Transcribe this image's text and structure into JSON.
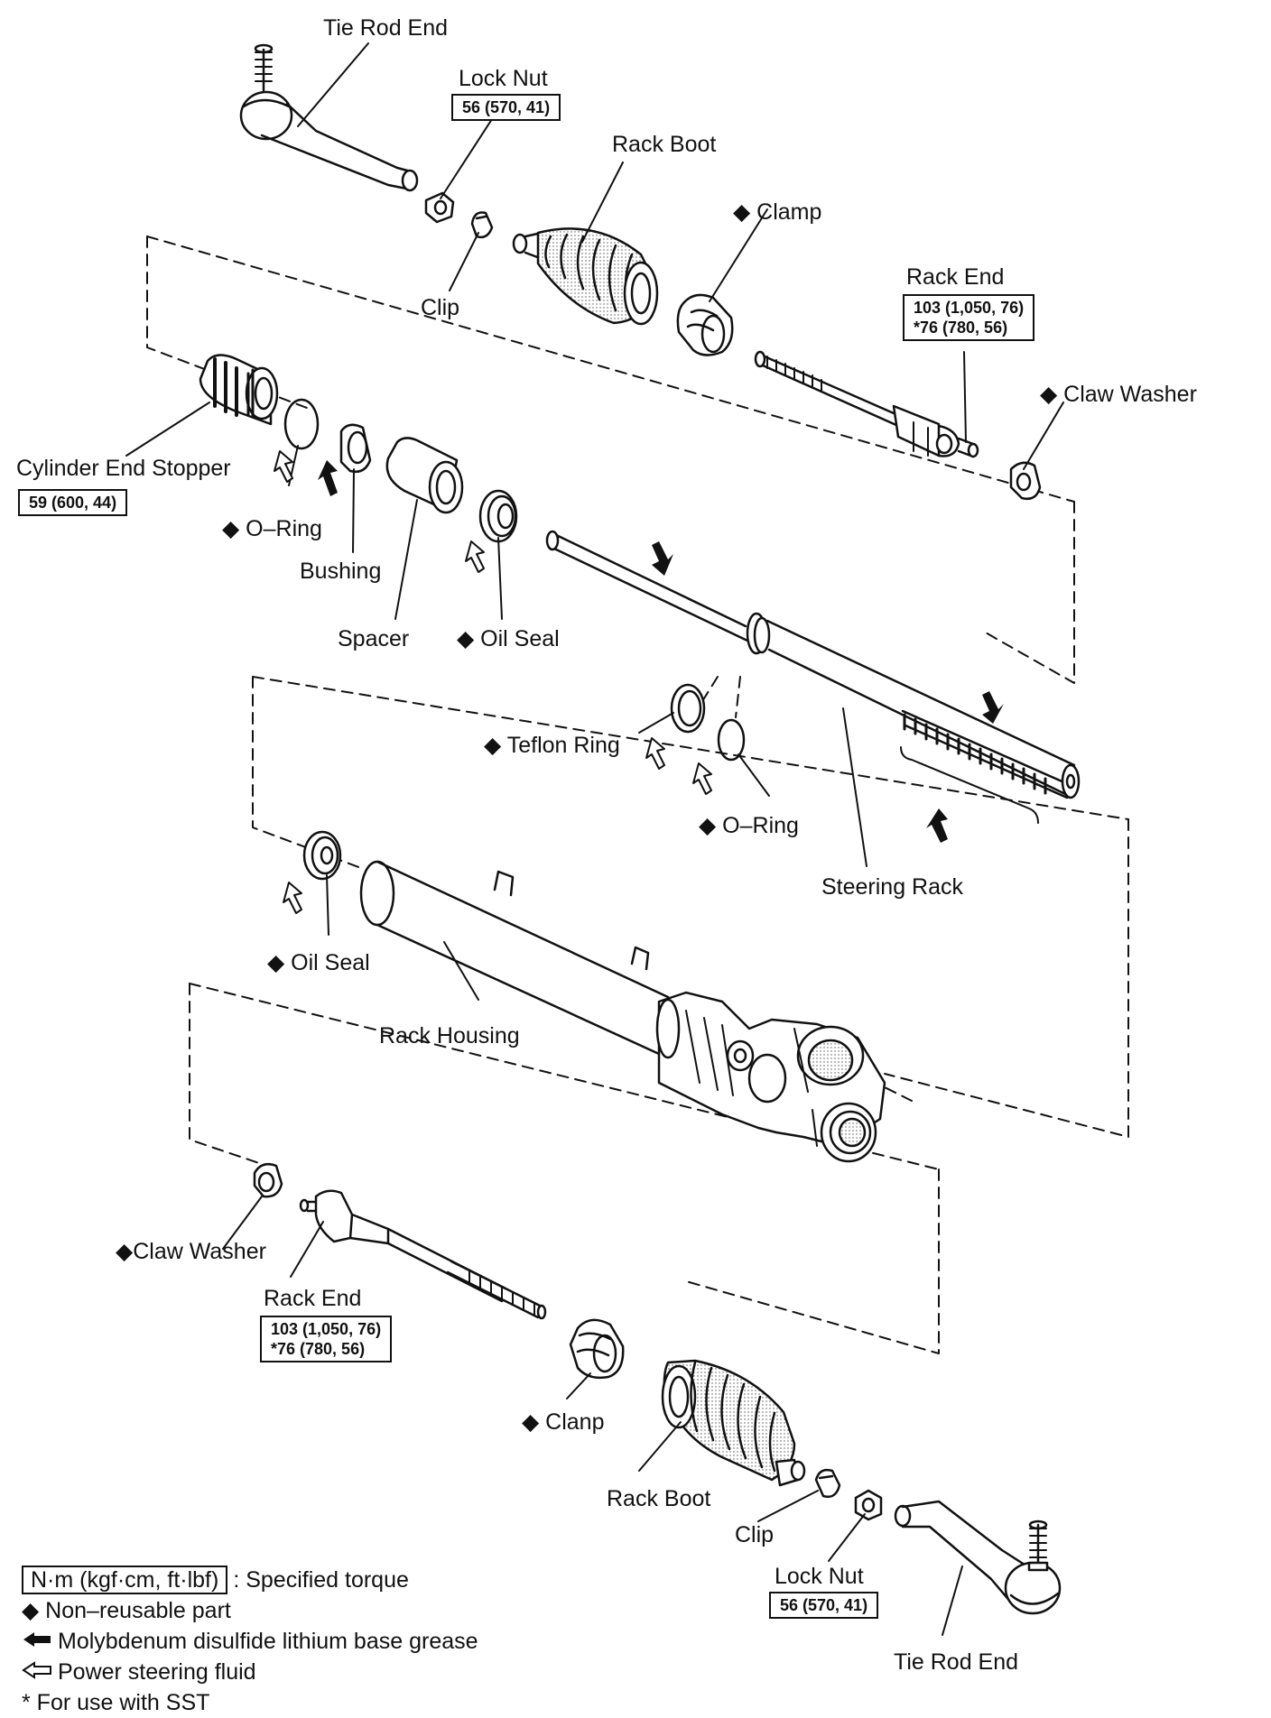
{
  "labels": {
    "tie_rod_end_top": "Tie Rod End",
    "lock_nut_top": "Lock Nut",
    "lock_nut_top_torque": "56 (570, 41)",
    "rack_boot_top": "Rack Boot",
    "clamp_top": "◆ Clamp",
    "clip_top": "Clip",
    "rack_end_top": "Rack End",
    "rack_end_top_torque_1": "103 (1,050, 76)",
    "rack_end_top_torque_2": "*76 (780, 56)",
    "claw_washer_top": "◆ Claw Washer",
    "cylinder_end_stopper": "Cylinder End Stopper",
    "cylinder_end_stopper_torque": "59 (600, 44)",
    "o_ring_left": "◆ O–Ring",
    "bushing": "Bushing",
    "spacer": "Spacer",
    "oil_seal_upper": "◆ Oil Seal",
    "teflon_ring": "◆ Teflon Ring",
    "o_ring_center": "◆ O–Ring",
    "steering_rack": "Steering Rack",
    "oil_seal_lower": "◆ Oil Seal",
    "rack_housing": "Rack Housing",
    "claw_washer_bottom": "◆Claw Washer",
    "rack_end_bottom": "Rack End",
    "rack_end_bottom_torque_1": "103 (1,050, 76)",
    "rack_end_bottom_torque_2": "*76 (780, 56)",
    "clamp_bottom": "◆ Clanp",
    "rack_boot_bottom": "Rack Boot",
    "clip_bottom": "Clip",
    "lock_nut_bottom": "Lock Nut",
    "lock_nut_bottom_torque": "56 (570, 41)",
    "tie_rod_end_bottom": "Tie Rod End"
  },
  "legend": {
    "torque_unit": "N·m (kgf·cm, ft·lbf)",
    "torque_desc": ": Specified torque",
    "non_reusable": "◆ Non–reusable part",
    "grease": "Molybdenum disulfide lithium base grease",
    "fluid": "Power steering fluid",
    "sst": "* For use with SST"
  }
}
